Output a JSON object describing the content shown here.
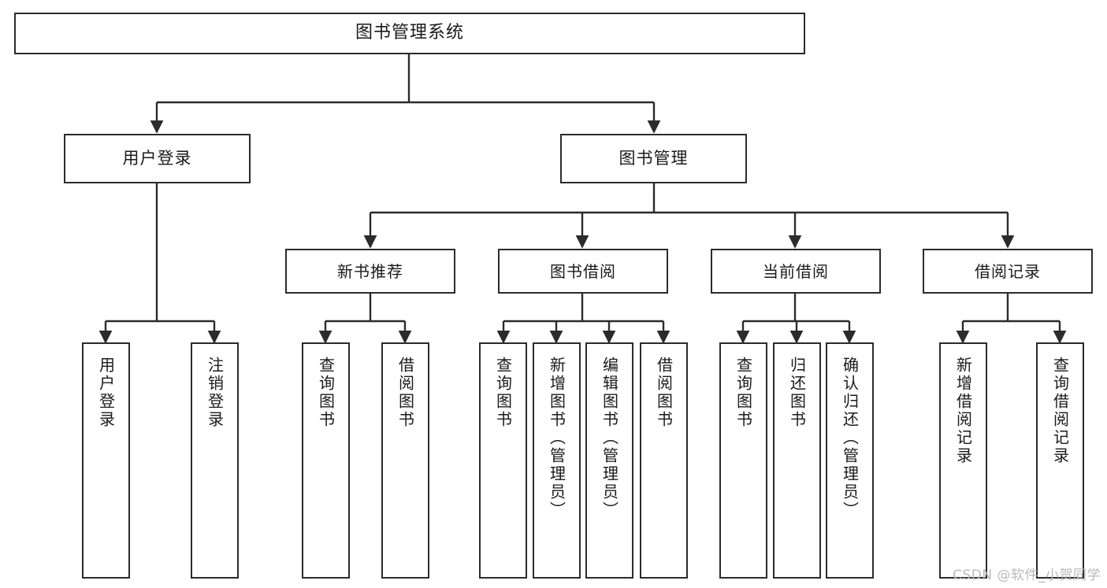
{
  "diagram": {
    "title": "图书管理系统",
    "type": "tree",
    "watermark": "CSDN @软件_小贺同学",
    "colors": {
      "stroke": "#2b2b2b",
      "fill": "#ffffff",
      "text": "#1a1a1a",
      "watermark": "#b9b9b9"
    },
    "nodes": {
      "root": {
        "label": "图书管理系统",
        "level": 0
      },
      "user_login": {
        "label": "用户登录",
        "level": 1
      },
      "book_manage": {
        "label": "图书管理",
        "level": 1
      },
      "new_book_rec": {
        "label": "新书推荐",
        "level": 2
      },
      "book_borrow": {
        "label": "图书借阅",
        "level": 2
      },
      "current_borrow": {
        "label": "当前借阅",
        "level": 2
      },
      "borrow_record": {
        "label": "借阅记录",
        "level": 2
      },
      "leaf_user_login": {
        "label": "用户登录",
        "level": 3
      },
      "leaf_logout": {
        "label": "注销登录",
        "level": 3
      },
      "leaf_query_book_1": {
        "label": "查询图书",
        "level": 3
      },
      "leaf_borrow_book_1": {
        "label": "借阅图书",
        "level": 3
      },
      "leaf_query_book_2": {
        "label": "查询图书",
        "level": 3
      },
      "leaf_add_book": {
        "label": "新增图书（管理员）",
        "level": 3
      },
      "leaf_edit_book": {
        "label": "编辑图书（管理员）",
        "level": 3
      },
      "leaf_borrow_book_2": {
        "label": "借阅图书",
        "level": 3
      },
      "leaf_query_book_3": {
        "label": "查询图书",
        "level": 3
      },
      "leaf_return_book": {
        "label": "归还图书",
        "level": 3
      },
      "leaf_confirm_return": {
        "label": "确认归还（管理员）",
        "level": 3
      },
      "leaf_add_record": {
        "label": "新增借阅记录",
        "level": 3
      },
      "leaf_query_record": {
        "label": "查询借阅记录",
        "level": 3
      }
    },
    "edges": [
      {
        "from": "root",
        "to": "user_login"
      },
      {
        "from": "root",
        "to": "book_manage"
      },
      {
        "from": "book_manage",
        "to": "new_book_rec"
      },
      {
        "from": "book_manage",
        "to": "book_borrow"
      },
      {
        "from": "book_manage",
        "to": "current_borrow"
      },
      {
        "from": "book_manage",
        "to": "borrow_record"
      },
      {
        "from": "user_login",
        "to": "leaf_user_login"
      },
      {
        "from": "user_login",
        "to": "leaf_logout"
      },
      {
        "from": "new_book_rec",
        "to": "leaf_query_book_1"
      },
      {
        "from": "new_book_rec",
        "to": "leaf_borrow_book_1"
      },
      {
        "from": "book_borrow",
        "to": "leaf_query_book_2"
      },
      {
        "from": "book_borrow",
        "to": "leaf_add_book"
      },
      {
        "from": "book_borrow",
        "to": "leaf_edit_book"
      },
      {
        "from": "book_borrow",
        "to": "leaf_borrow_book_2"
      },
      {
        "from": "current_borrow",
        "to": "leaf_query_book_3"
      },
      {
        "from": "current_borrow",
        "to": "leaf_return_book"
      },
      {
        "from": "current_borrow",
        "to": "leaf_confirm_return"
      },
      {
        "from": "borrow_record",
        "to": "leaf_add_record"
      },
      {
        "from": "borrow_record",
        "to": "leaf_query_record"
      }
    ]
  }
}
